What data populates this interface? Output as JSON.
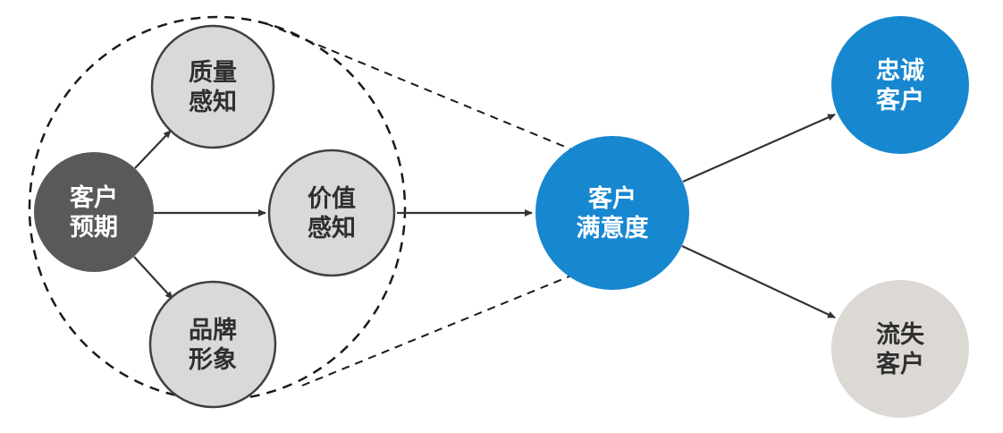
{
  "diagram": {
    "title": "customer-satisfaction-flow",
    "nodes": {
      "expectation": {
        "line1": "客户",
        "line2": "预期"
      },
      "quality": {
        "line1": "质量",
        "line2": "感知"
      },
      "value": {
        "line1": "价值",
        "line2": "感知"
      },
      "brand": {
        "line1": "品牌",
        "line2": "形象"
      },
      "satisfaction": {
        "line1": "客户",
        "line2": "满意度"
      },
      "loyal": {
        "line1": "忠诚",
        "line2": "客户"
      },
      "churn": {
        "line1": "流失",
        "line2": "客户"
      }
    },
    "colors": {
      "dark_node": "#595959",
      "light_node": "#d9d9d9",
      "blue_node": "#1787d0",
      "churn_node": "#dcd9d4",
      "node_stroke": "#404040",
      "arrow": "#333333",
      "dashed": "#1a1a1a",
      "text_light": "#ffffff",
      "text_dark": "#2f2f2f",
      "background": "#ffffff"
    }
  }
}
